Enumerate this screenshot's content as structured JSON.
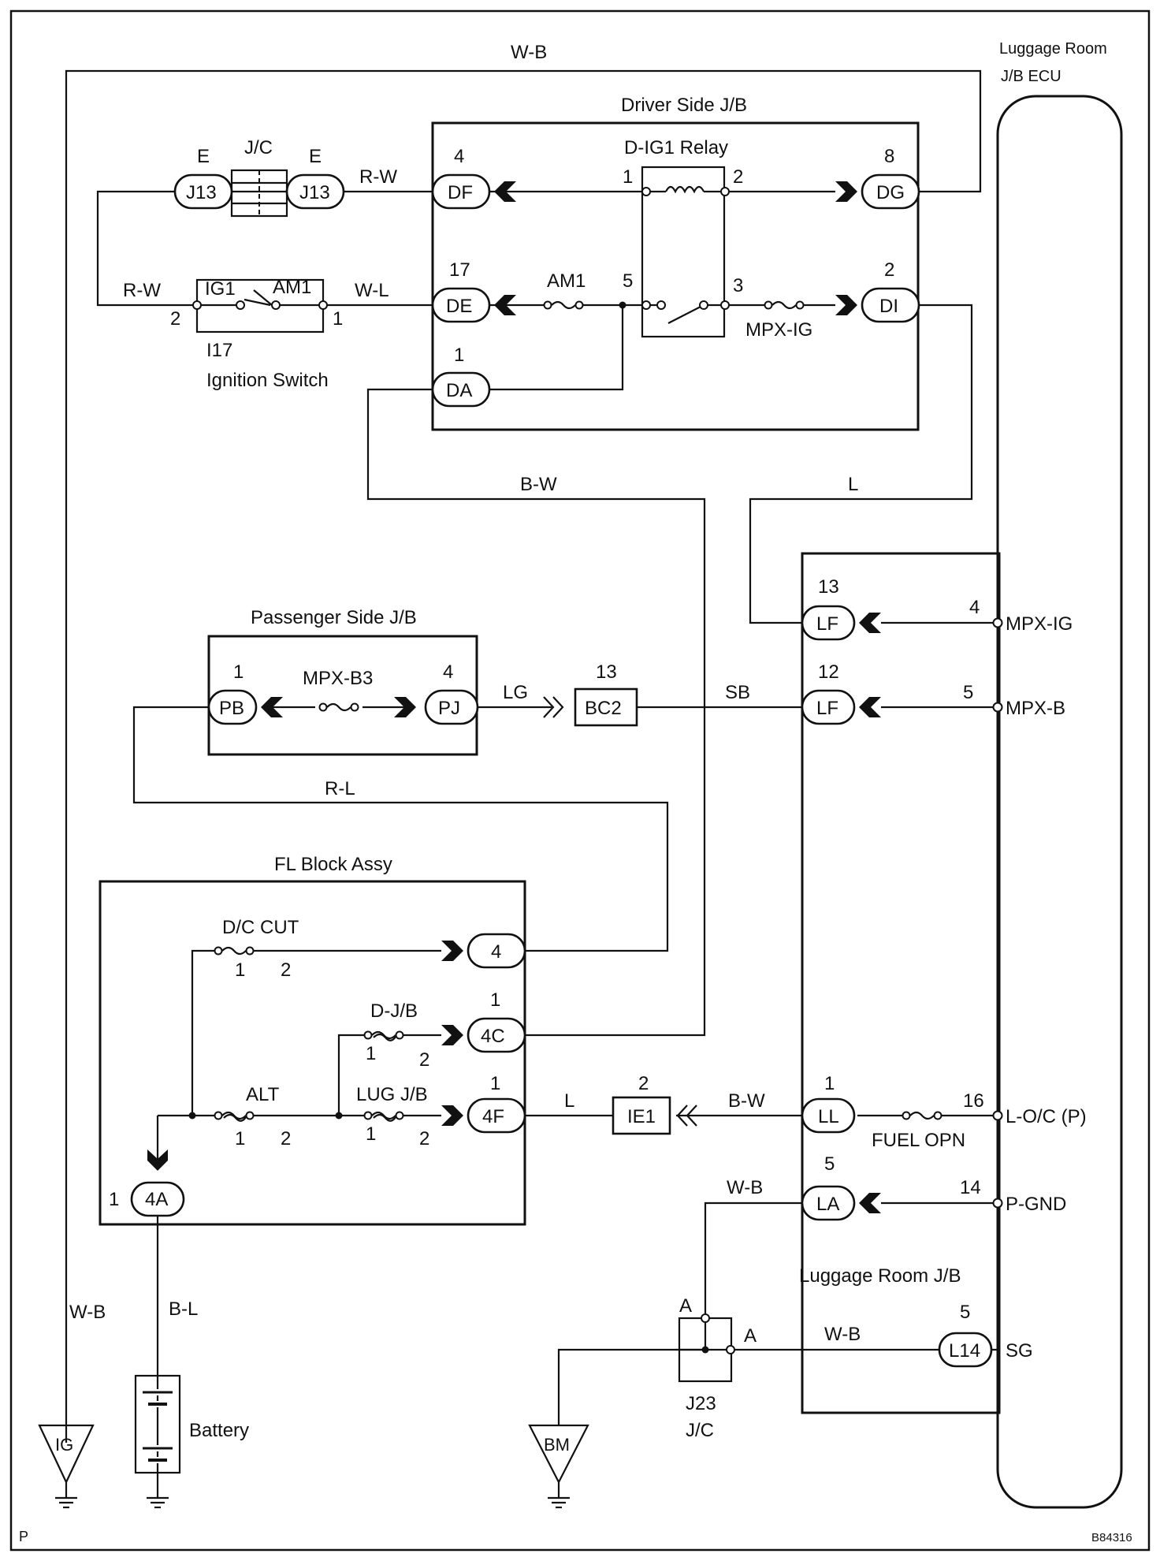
{
  "labels": {
    "title_luggage_room_jb_ecu_1": "Luggage Room",
    "title_luggage_room_jb_ecu_2": "J/B ECU",
    "title_driver_side_jb": "Driver Side J/B",
    "title_passenger_side_jb": "Passenger Side J/B",
    "title_fl_block_assy": "FL Block Assy",
    "title_luggage_room_jb": "Luggage Room J/B",
    "relay_name": "D-IG1 Relay",
    "ignition_switch_id": "I17",
    "ignition_switch_name": "Ignition Switch",
    "ig1": "IG1",
    "am1_switch": "AM1",
    "jc_top": "J/C",
    "j23": "J23",
    "j23_jc": "J/C",
    "battery": "Battery",
    "ground_ig": "IG",
    "ground_bm": "BM",
    "corner_p": "P",
    "figure_code": "B84316"
  },
  "wires": {
    "wb_top": "W-B",
    "rw_top": "R-W",
    "rw_left": "R-W",
    "wl": "W-L",
    "bw_mid": "B-W",
    "l_mid": "L",
    "lg": "LG",
    "sb": "SB",
    "rl": "R-L",
    "l_low": "L",
    "bw_low": "B-W",
    "wb_la": "W-B",
    "wb_left": "W-B",
    "bl": "B-L",
    "wb_sg": "W-B"
  },
  "fuses": {
    "am1": "AM1",
    "mpx_ig": "MPX-IG",
    "mpx_b3": "MPX-B3",
    "dc_cut": "D/C CUT",
    "djb": "D-J/B",
    "alt": "ALT",
    "lug_jb": "LUG J/B",
    "fuel_opn": "FUEL OPN"
  },
  "connectors": {
    "j13_left": "J13",
    "j13_left_pin": "E",
    "j13_right": "J13",
    "j13_right_pin": "E",
    "df": "DF",
    "df_pin": "4",
    "dg": "DG",
    "dg_pin": "8",
    "de": "DE",
    "de_pin": "17",
    "di": "DI",
    "di_pin": "2",
    "da": "DA",
    "da_pin": "1",
    "pb": "PB",
    "pb_pin": "1",
    "pj": "PJ",
    "pj_pin": "4",
    "bc2": "BC2",
    "bc2_pin": "13",
    "lf_top": "LF",
    "lf_top_pin": "13",
    "lf_bot": "LF",
    "lf_bot_pin": "12",
    "c4": "4",
    "c4c": "4C",
    "c4c_pin": "1",
    "c4f": "4F",
    "c4f_pin": "1",
    "c4a": "4A",
    "c4a_pin": "1",
    "ie1": "IE1",
    "ie1_pin": "2",
    "ll": "LL",
    "ll_pin": "1",
    "la": "LA",
    "la_pin": "5",
    "l14": "L14",
    "l14_pin": "5"
  },
  "pins": {
    "relay_1": "1",
    "relay_2": "2",
    "relay_5": "5",
    "relay_3": "3",
    "ign_2": "2",
    "ign_1": "1",
    "dc_cut_1": "1",
    "dc_cut_2": "2",
    "djb_1": "1",
    "djb_2": "2",
    "alt_1": "1",
    "alt_2": "2",
    "lug_1": "1",
    "lug_2": "2",
    "j23_a_top": "A",
    "j23_a_right": "A"
  },
  "ecu_terminals": {
    "mpx_ig": "MPX-IG",
    "mpx_ig_pin": "4",
    "mpx_b": "MPX-B",
    "mpx_b_pin": "5",
    "loc": "L-O/C (P)",
    "loc_pin": "16",
    "pgnd": "P-GND",
    "pgnd_pin": "14",
    "sg": "SG"
  }
}
